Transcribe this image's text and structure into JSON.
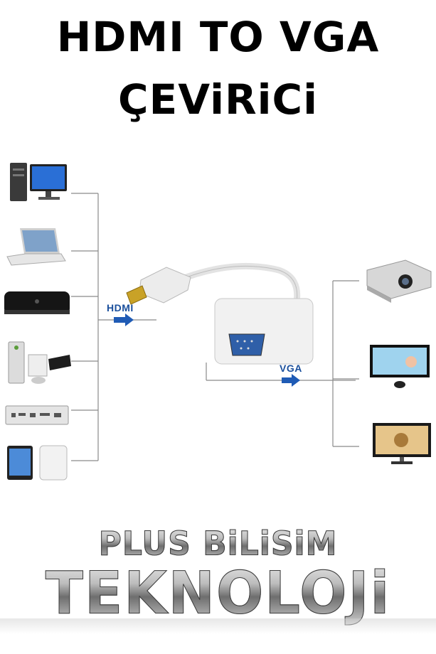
{
  "title": {
    "line1": "HDMI TO VGA",
    "line2": "ÇEViRiCi"
  },
  "labels": {
    "hdmi": "HDMI",
    "vga": "VGA"
  },
  "brand": {
    "line1": "PLUS BiLiSiM",
    "line2": "TEKNOLOJi"
  },
  "sources": [
    "desktop-computer-icon",
    "laptop-icon",
    "media-box-icon",
    "game-console-icon",
    "mini-pc-icon",
    "tablet-icon"
  ],
  "outputs": [
    "projector-icon",
    "monitor-icon",
    "tv-icon"
  ],
  "colors": {
    "arrow": "#1f5bb5",
    "line": "#7a7a7a",
    "title": "#000000"
  }
}
